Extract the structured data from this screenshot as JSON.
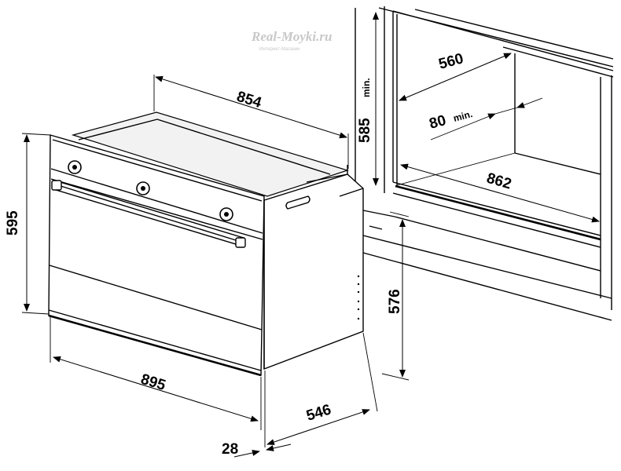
{
  "watermark": {
    "site": "Real-Moyki.ru",
    "tagline": "Интернет-Магазин"
  },
  "dimensions": {
    "oven_depth_top": "854",
    "oven_height": "595",
    "oven_width": "895",
    "oven_body_depth": "546",
    "front_panel_thickness": "28",
    "niche_height": "576",
    "niche_front_height": "585",
    "niche_front_height_note": "min.",
    "niche_depth": "560",
    "rear_gap": "80",
    "rear_gap_note": "min.",
    "niche_width": "862"
  }
}
